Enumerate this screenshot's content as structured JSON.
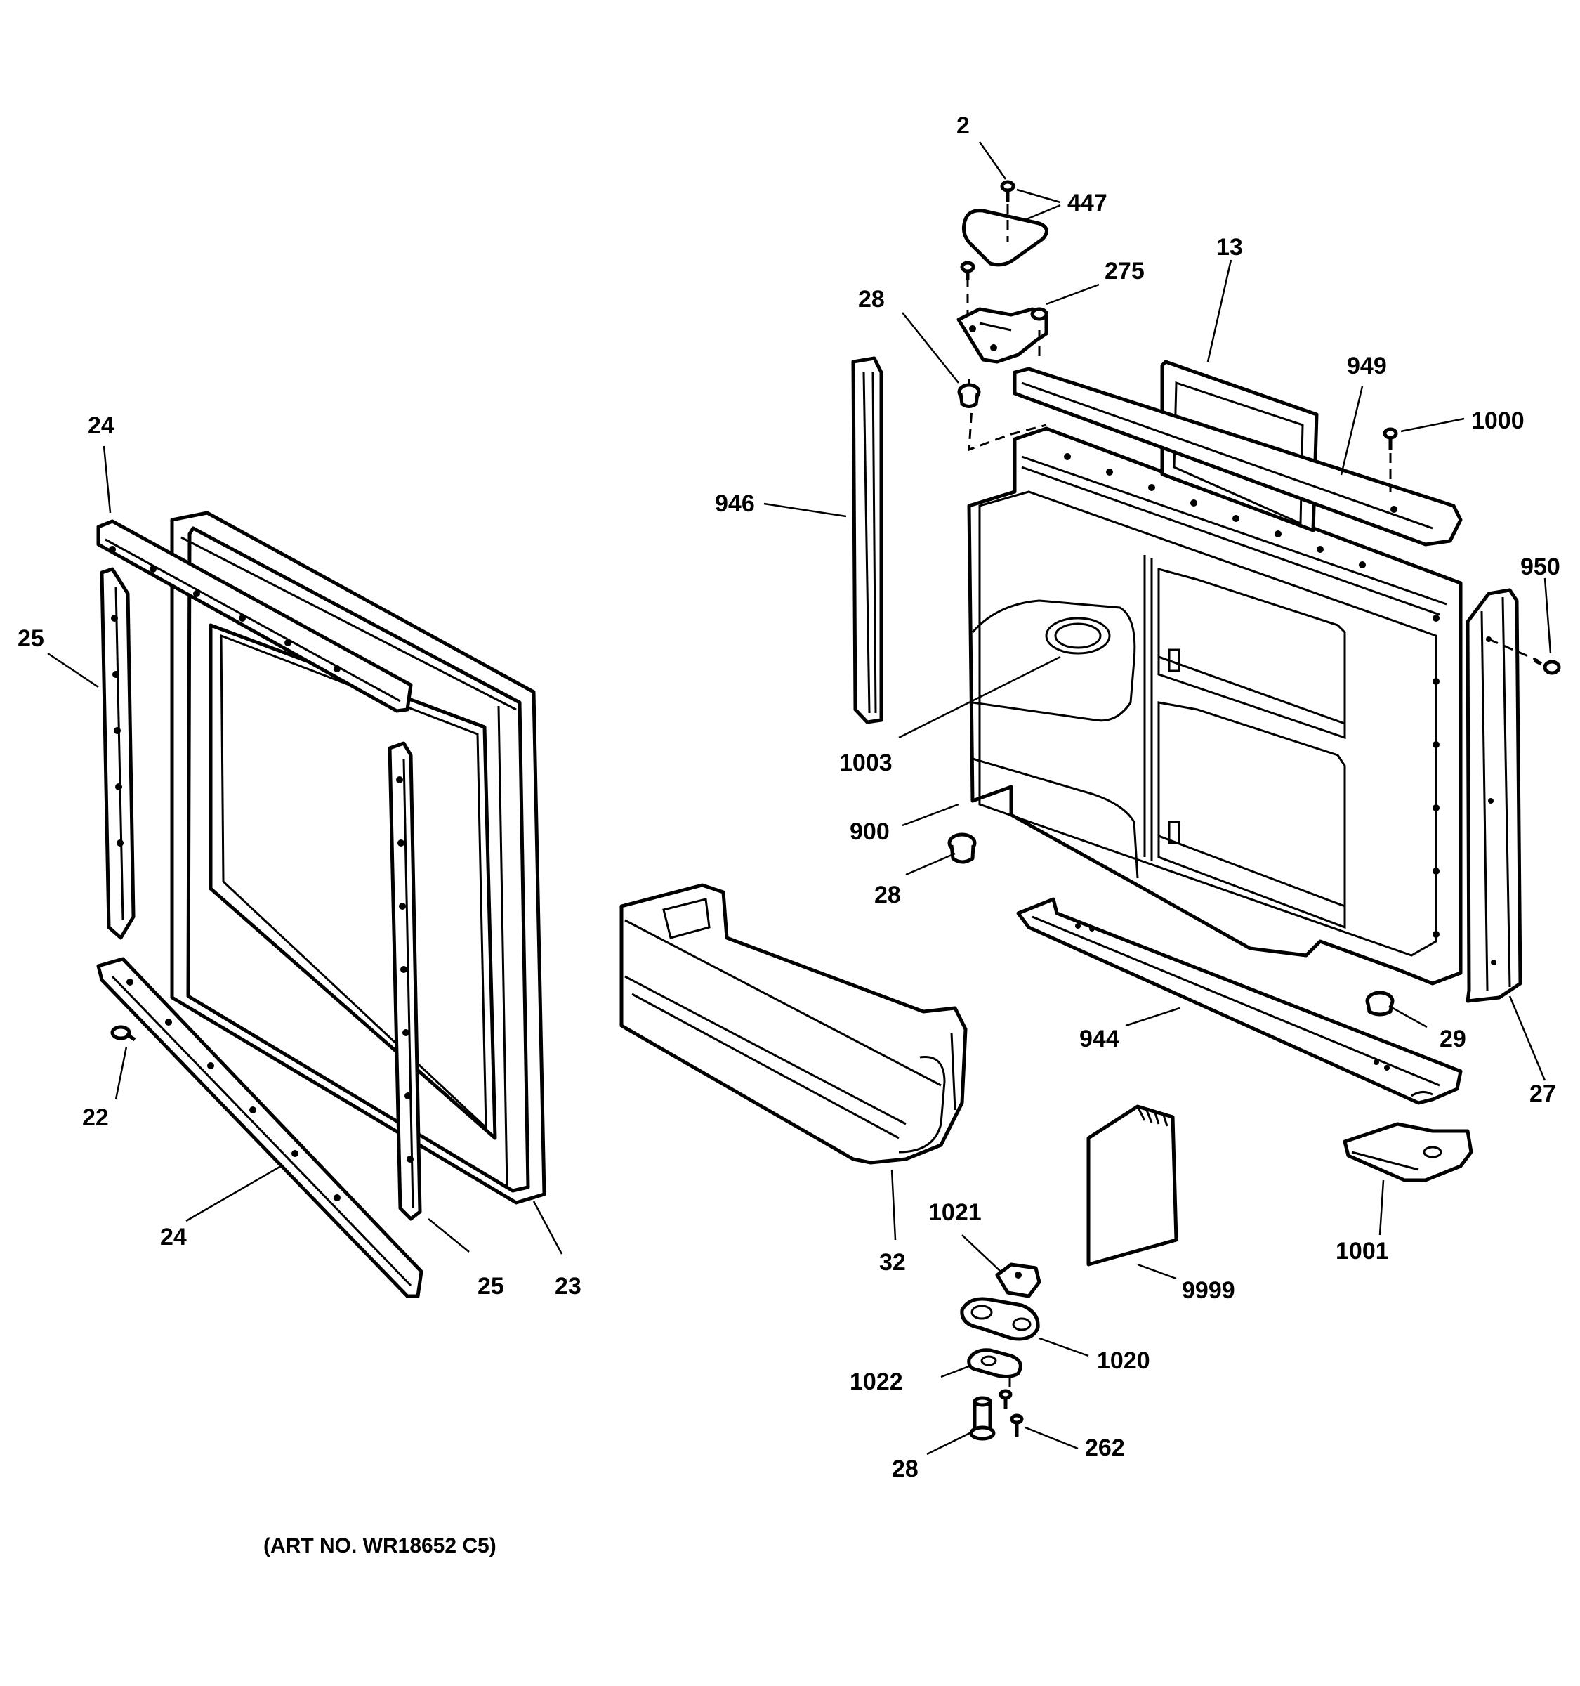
{
  "callouts": {
    "c_2": "2",
    "c_447": "447",
    "c_275": "275",
    "c_13": "13",
    "c_28_top": "28",
    "c_949": "949",
    "c_1000": "1000",
    "c_24_top": "24",
    "c_946": "946",
    "c_950": "950",
    "c_25_left": "25",
    "c_1003": "1003",
    "c_900": "900",
    "c_28_mid": "28",
    "c_944": "944",
    "c_29": "29",
    "c_27": "27",
    "c_22": "22",
    "c_24_bottom": "24",
    "c_25_bottom": "25",
    "c_23": "23",
    "c_32": "32",
    "c_1021": "1021",
    "c_1001": "1001",
    "c_9999": "9999",
    "c_1020": "1020",
    "c_1022": "1022",
    "c_262": "262",
    "c_28_bottom": "28"
  },
  "art_number": "(ART NO. WR18652 C5)"
}
